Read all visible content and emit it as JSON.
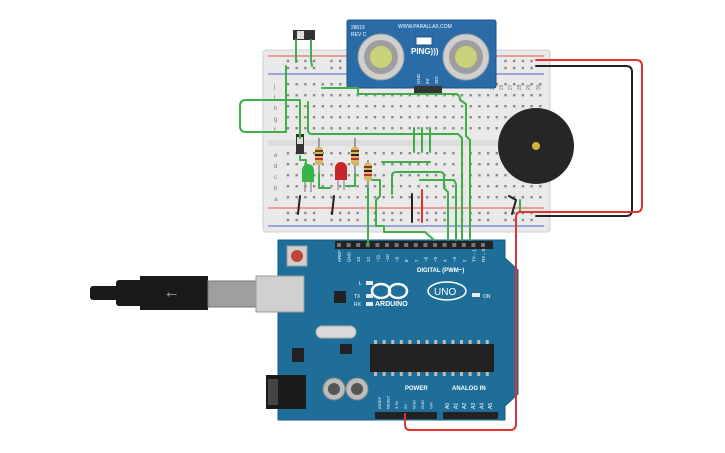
{
  "sensor": {
    "model": "28015",
    "rev": "REV C",
    "url": "WWW.PARALLAX.COM",
    "name": "PING)))",
    "pins": [
      "GND",
      "5V",
      "SIG"
    ]
  },
  "breadboard": {
    "row_letters_top": [
      "j",
      "i",
      "h",
      "g",
      "f"
    ],
    "row_letters_bottom": [
      "e",
      "d",
      "c",
      "b",
      "a"
    ],
    "column_numbers_right": [
      "30",
      "29",
      "28",
      "27",
      "26",
      "25"
    ]
  },
  "arduino": {
    "brand": "ARDUINO",
    "model": "UNO",
    "digital_label": "DIGITAL (PWM~)",
    "digital_pins": [
      "AREF",
      "GND",
      "13",
      "12",
      "~11",
      "~10",
      "~9",
      "8",
      "7",
      "~6",
      "~5",
      "4",
      "~3",
      "2",
      "TX→1",
      "RX←0"
    ],
    "power_label": "POWER",
    "power_pins": [
      "IOREF",
      "RESET",
      "3.3V",
      "5V",
      "GND",
      "GND",
      "VIN"
    ],
    "analog_label": "ANALOG IN",
    "analog_pins": [
      "A0",
      "A1",
      "A2",
      "A3",
      "A4",
      "A5"
    ],
    "led_labels": [
      "L",
      "TX",
      "RX"
    ],
    "on_label": "ON"
  },
  "colors": {
    "wire_green": "#3fae49",
    "wire_red": "#e03434",
    "wire_black": "#222222",
    "board_blue": "#1f6e9a",
    "sensor_blue": "#2a6ca8",
    "breadboard": "#ececec"
  }
}
